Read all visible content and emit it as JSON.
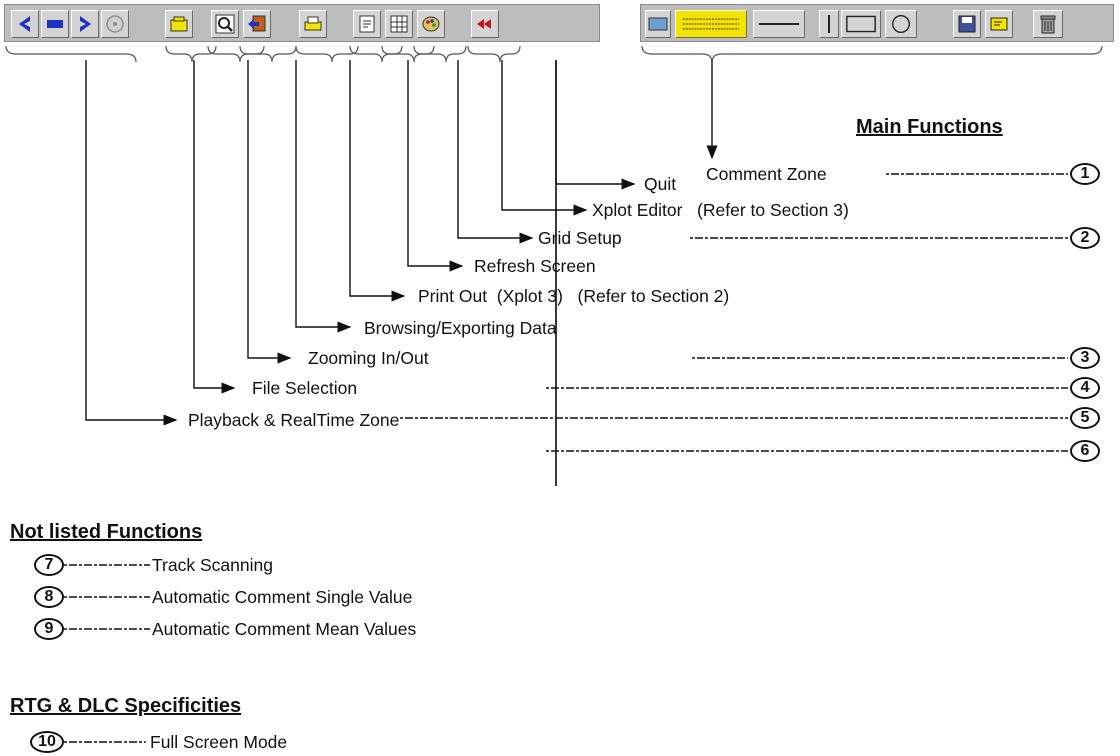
{
  "toolbar": {
    "left_buttons": [
      {
        "icon": "arrow-left-icon"
      },
      {
        "icon": "arrow-down-icon"
      },
      {
        "icon": "arrow-right-icon"
      },
      {
        "icon": "disc-icon"
      },
      {
        "icon": "folder-icon"
      },
      {
        "icon": "zoom-icon"
      },
      {
        "icon": "export-icon"
      },
      {
        "icon": "printer-icon"
      },
      {
        "icon": "refresh-icon"
      },
      {
        "icon": "grid-icon"
      },
      {
        "icon": "palette-icon"
      },
      {
        "icon": "quit-icon"
      }
    ],
    "right_tools": [
      "comment-text-icon",
      "line-tool-icon",
      "vertical-line-icon",
      "rectangle-tool-icon",
      "circle-tool-icon",
      "save-icon",
      "notes-icon",
      "trash-icon"
    ]
  },
  "main_functions": {
    "title": "Main Functions",
    "items": [
      {
        "label": "Comment Zone",
        "number": "1"
      },
      {
        "label": "Quit"
      },
      {
        "label": "Xplot Editor   (Refer to Section 3)"
      },
      {
        "label": "Grid Setup",
        "number": "2"
      },
      {
        "label": "Refresh Screen"
      },
      {
        "label": "Print Out  (Xplot 3)   (Refer to Section 2)"
      },
      {
        "label": "Browsing/Exporting Data",
        "number": "3"
      },
      {
        "label": "Zooming In/Out",
        "number": "4"
      },
      {
        "label": "File Selection",
        "number": "5"
      },
      {
        "label": "Playback & RealTime Zone",
        "number": "6"
      }
    ]
  },
  "not_listed": {
    "title": "Not listed Functions",
    "items": [
      {
        "number": "7",
        "label": "Track Scanning"
      },
      {
        "number": "8",
        "label": "Automatic Comment Single Value"
      },
      {
        "number": "9",
        "label": "Automatic Comment Mean Values"
      }
    ]
  },
  "rtg": {
    "title": "RTG & DLC Specificities",
    "items": [
      {
        "number": "10",
        "label": "Full Screen Mode"
      }
    ]
  },
  "colors": {
    "toolbar_bg": "#bdbdbd",
    "yellow": "#f2e400",
    "blue": "#2030c0",
    "red": "#c01818"
  }
}
